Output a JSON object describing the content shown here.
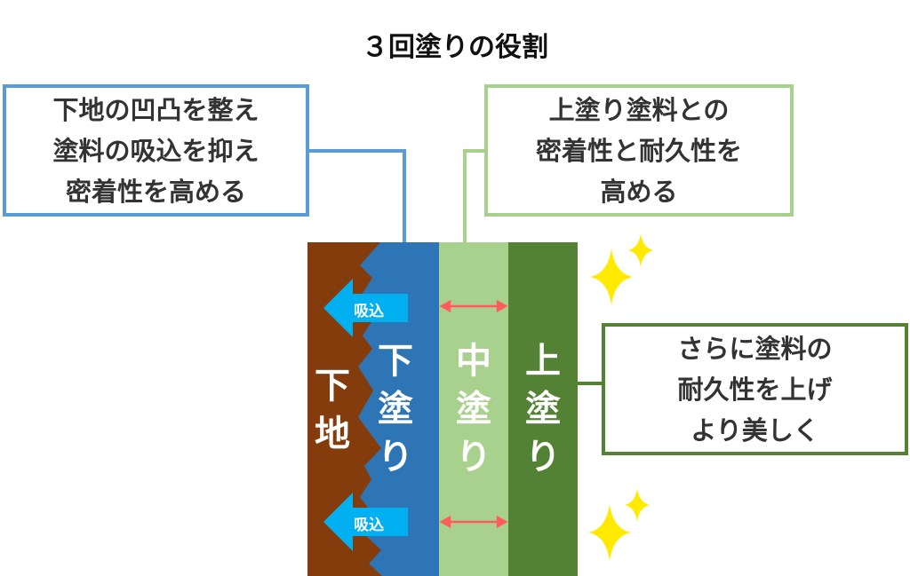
{
  "title": "３回塗りの役割",
  "callouts": {
    "undercoat": [
      "下地の凹凸を整え",
      "塗料の吸込を抑え",
      "密着性を高める"
    ],
    "midcoat": [
      "上塗り塗料との",
      "密着性と耐久性を",
      "高める"
    ],
    "topcoat": [
      "さらに塗料の",
      "耐久性を上げ",
      "より美しく"
    ]
  },
  "layers": {
    "substrate": [
      "下",
      "地"
    ],
    "undercoat": [
      "下",
      "塗",
      "り"
    ],
    "midcoat": [
      "中",
      "塗",
      "り"
    ],
    "topcoat": [
      "上",
      "塗",
      "り"
    ]
  },
  "absorb_label": "吸込",
  "colors": {
    "substrate": "#843c0c",
    "undercoat": "#2e75b6",
    "midcoat": "#a9d18e",
    "topcoat": "#548235",
    "arrow": "#00b0f0",
    "adhesion": "#ff5b5b",
    "sparkle": "#ffea00"
  }
}
